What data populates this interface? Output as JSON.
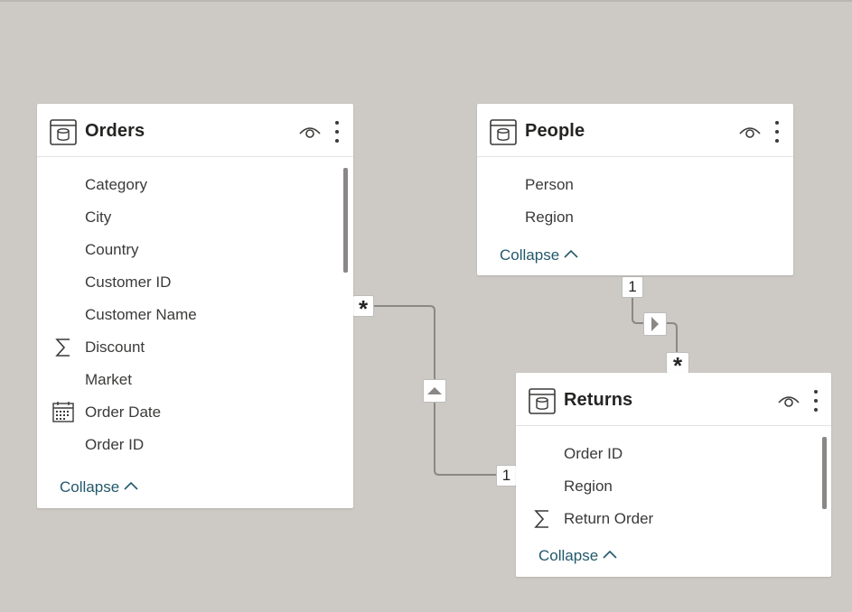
{
  "tables": {
    "orders": {
      "title": "Orders",
      "icon": "table-icon",
      "fields": [
        {
          "label": "Category",
          "icon": ""
        },
        {
          "label": "City",
          "icon": ""
        },
        {
          "label": "Country",
          "icon": ""
        },
        {
          "label": "Customer ID",
          "icon": ""
        },
        {
          "label": "Customer Name",
          "icon": ""
        },
        {
          "label": "Discount",
          "icon": "sigma-icon"
        },
        {
          "label": "Market",
          "icon": ""
        },
        {
          "label": "Order Date",
          "icon": "calendar-icon"
        },
        {
          "label": "Order ID",
          "icon": ""
        }
      ],
      "collapse_label": "Collapse"
    },
    "people": {
      "title": "People",
      "icon": "table-icon",
      "fields": [
        {
          "label": "Person",
          "icon": ""
        },
        {
          "label": "Region",
          "icon": ""
        }
      ],
      "collapse_label": "Collapse"
    },
    "returns": {
      "title": "Returns",
      "icon": "table-icon",
      "fields": [
        {
          "label": "Order ID",
          "icon": ""
        },
        {
          "label": "Region",
          "icon": ""
        },
        {
          "label": "Return Order",
          "icon": "sigma-icon"
        }
      ],
      "collapse_label": "Collapse"
    }
  },
  "relationships": [
    {
      "from": "Orders",
      "from_cardinality": "*",
      "to": "Returns",
      "to_cardinality": "1",
      "direction_icon": "arrow-up-icon"
    },
    {
      "from": "People",
      "from_cardinality": "1",
      "to": "Returns",
      "to_cardinality": "*",
      "direction_icon": "arrow-right-icon"
    }
  ],
  "colors": {
    "canvas": "#cdc9c4",
    "card": "#ffffff",
    "link": "#22596b",
    "line": "#8a8886"
  }
}
